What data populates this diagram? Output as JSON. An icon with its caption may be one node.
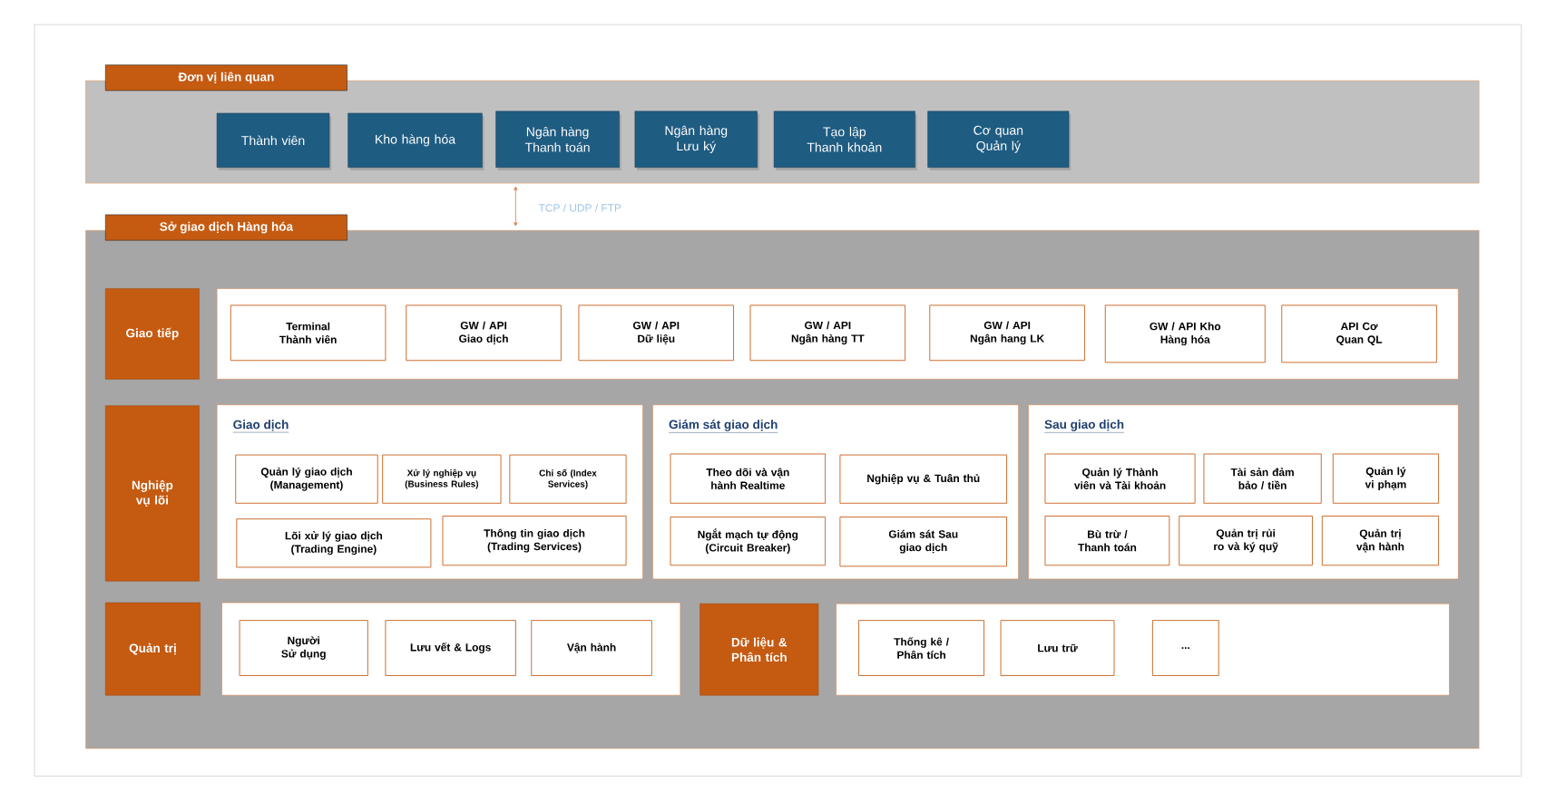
{
  "diagram": {
    "nodes": [
      {
        "text": [
          "Đơn vị liên quan"
        ]
      },
      {
        "text": [
          "Thành viên"
        ],
        "in": 0
      },
      {
        "text": [
          "Kho hàng hóa"
        ],
        "in": 0
      },
      {
        "text": [
          "Ngân hàng Thanh toán"
        ],
        "in": 0
      },
      {
        "text": [
          "Ngân hàng Lưu ký"
        ],
        "in": 0
      },
      {
        "text": [
          "Tạo lập Thanh khoản"
        ],
        "in": 0
      },
      {
        "text": [
          "Cơ quan Quản lý"
        ],
        "in": 0
      },
      {
        "text": [
          "Sở giao dịch Hàng hóa"
        ]
      },
      {
        "text": [
          "Giao tiếp"
        ],
        "in": 7
      },
      {
        "text": [],
        "shape": "box",
        "in": 7
      },
      {
        "text": [
          "Terminal Thành viên"
        ],
        "in": 9
      },
      {
        "text": [
          "GW / API Giao dịch"
        ],
        "in": 9
      },
      {
        "text": [
          "GW / API Dữ liệu"
        ],
        "in": 9
      },
      {
        "text": [
          "GW / API Ngân hàng TT"
        ],
        "in": 9
      },
      {
        "text": [
          "GW / API Ngân hang LK"
        ],
        "in": 9
      },
      {
        "text": [
          "GW / API Kho Hàng hóa"
        ],
        "in": 9
      },
      {
        "text": [
          "API Cơ Quan QL"
        ],
        "in": 9
      },
      {
        "text": [
          "Nghiệp vụ lõi"
        ],
        "in": 7
      },
      {
        "text": [
          "Giao dịch"
        ],
        "in": 7
      },
      {
        "text": [
          "Quản lý giao dịch (Management)"
        ],
        "in": 18
      },
      {
        "text": [
          "Xử lý nghiệp vụ (Business Rules)"
        ],
        "in": 18
      },
      {
        "text": [
          "Chỉ số (Index Services)"
        ],
        "in": 18
      },
      {
        "text": [
          "Lõi xử lý giao dịch (Trading Engine)"
        ],
        "in": 18
      },
      {
        "text": [
          "Thông tin giao dịch (Trading Services)"
        ],
        "in": 18
      },
      {
        "text": [
          "Giám sát giao dịch"
        ],
        "in": 7
      },
      {
        "text": [
          "Theo dõi và vận hành Realtime"
        ],
        "in": 24
      },
      {
        "text": [
          "Nghiệp vụ & Tuân thủ"
        ],
        "in": 24
      },
      {
        "text": [
          "Ngắt mạch tự động (Circuit Breaker)"
        ],
        "in": 24
      },
      {
        "text": [
          "Giám sát Sau giao dịch"
        ],
        "in": 24
      },
      {
        "text": [
          "Sau giao dịch"
        ],
        "in": 7
      },
      {
        "text": [
          "Quản lý Thành viên và Tài khoản"
        ],
        "in": 29
      },
      {
        "text": [
          "Tài sản đảm bảo / tiền"
        ],
        "in": 29
      },
      {
        "text": [
          "Quản lý vi phạm"
        ],
        "in": 29
      },
      {
        "text": [
          "Bù trừ / Thanh toán"
        ],
        "in": 29
      },
      {
        "text": [
          "Quản trị rủi ro và ký quỹ"
        ],
        "in": 29
      },
      {
        "text": [
          "Quản trị vận hành"
        ],
        "in": 29
      },
      {
        "text": [
          "Quản trị"
        ],
        "in": 7
      },
      {
        "text": [],
        "shape": "box",
        "in": 7
      },
      {
        "text": [
          "Người Sử dụng"
        ],
        "in": 37
      },
      {
        "text": [
          "Lưu vết & Logs"
        ],
        "in": 37
      },
      {
        "text": [
          "Vận hành"
        ],
        "in": 37
      },
      {
        "text": [
          "Dữ liệu & Phân tích"
        ],
        "in": 7
      },
      {
        "text": [],
        "shape": "box",
        "in": 7
      },
      {
        "text": [
          "Thống kê / Phân tích"
        ],
        "in": 42
      },
      {
        "text": [
          "Lưu trữ"
        ],
        "in": 42
      },
      {
        "text": [
          "..."
        ],
        "in": 42
      }
    ],
    "edges": [
      {
        "from": 0,
        "to": 7,
        "arrow": "both",
        "label": "TCP / UDP / FTP"
      }
    ]
  }
}
